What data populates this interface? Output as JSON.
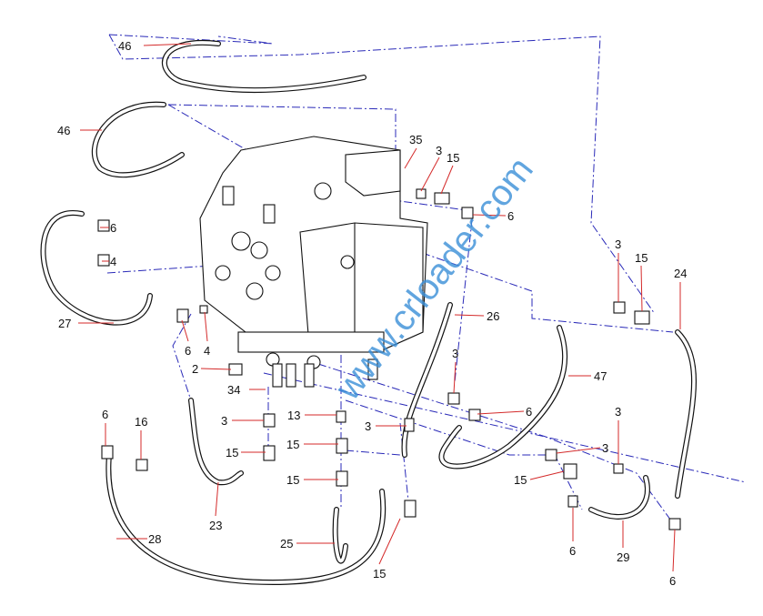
{
  "title": "Main control valve hydraulic lines - exploded parts diagram",
  "watermark": "www.crloader.com",
  "colors": {
    "leader": "#d42a2a",
    "centerline": "#2a2ab8",
    "watermark": "#3a8fd8"
  },
  "callouts": [
    "46",
    "46",
    "35",
    "3",
    "15",
    "6",
    "6",
    "4",
    "27",
    "6",
    "4",
    "2",
    "26",
    "3",
    "15",
    "24",
    "47",
    "3",
    "6",
    "34",
    "3",
    "13",
    "3",
    "15",
    "15",
    "15",
    "3",
    "3",
    "15",
    "6",
    "16",
    "23",
    "28",
    "25",
    "15",
    "6",
    "29",
    "6"
  ]
}
